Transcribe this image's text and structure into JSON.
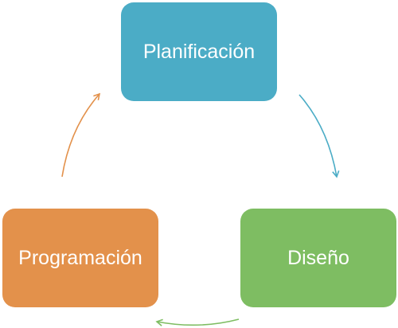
{
  "diagram": {
    "nodes": [
      {
        "label": "Planificación",
        "color": "#4bacc6"
      },
      {
        "label": "Diseño",
        "color": "#7ebd62"
      },
      {
        "label": "Programación",
        "color": "#e3914b"
      }
    ],
    "arrows": [
      {
        "from": "Planificación",
        "to": "Diseño",
        "color": "#4bacc6"
      },
      {
        "from": "Diseño",
        "to": "Programación",
        "color": "#7ebd62"
      },
      {
        "from": "Programación",
        "to": "Planificación",
        "color": "#e3914b"
      }
    ]
  }
}
